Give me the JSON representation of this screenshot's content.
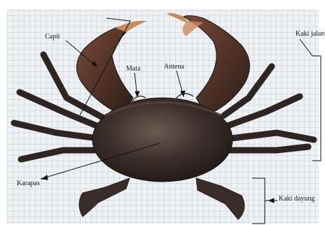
{
  "labels": {
    "capit": "Capit",
    "mata": "Mata",
    "antena": "Antena",
    "karapas": "Karapas",
    "kaki_jalan": "Kaki jalan",
    "kaki_dayung": "Kaki dayung"
  },
  "colors": {
    "background": "#ffffff",
    "grid_paper": "#eef2f4",
    "grid_lines": "#d5dde2",
    "crab_shell": "#3a2e2a",
    "crab_highlight": "#6b5a52",
    "claw_tip": "#c98a5a",
    "annotation_line": "#111111"
  }
}
